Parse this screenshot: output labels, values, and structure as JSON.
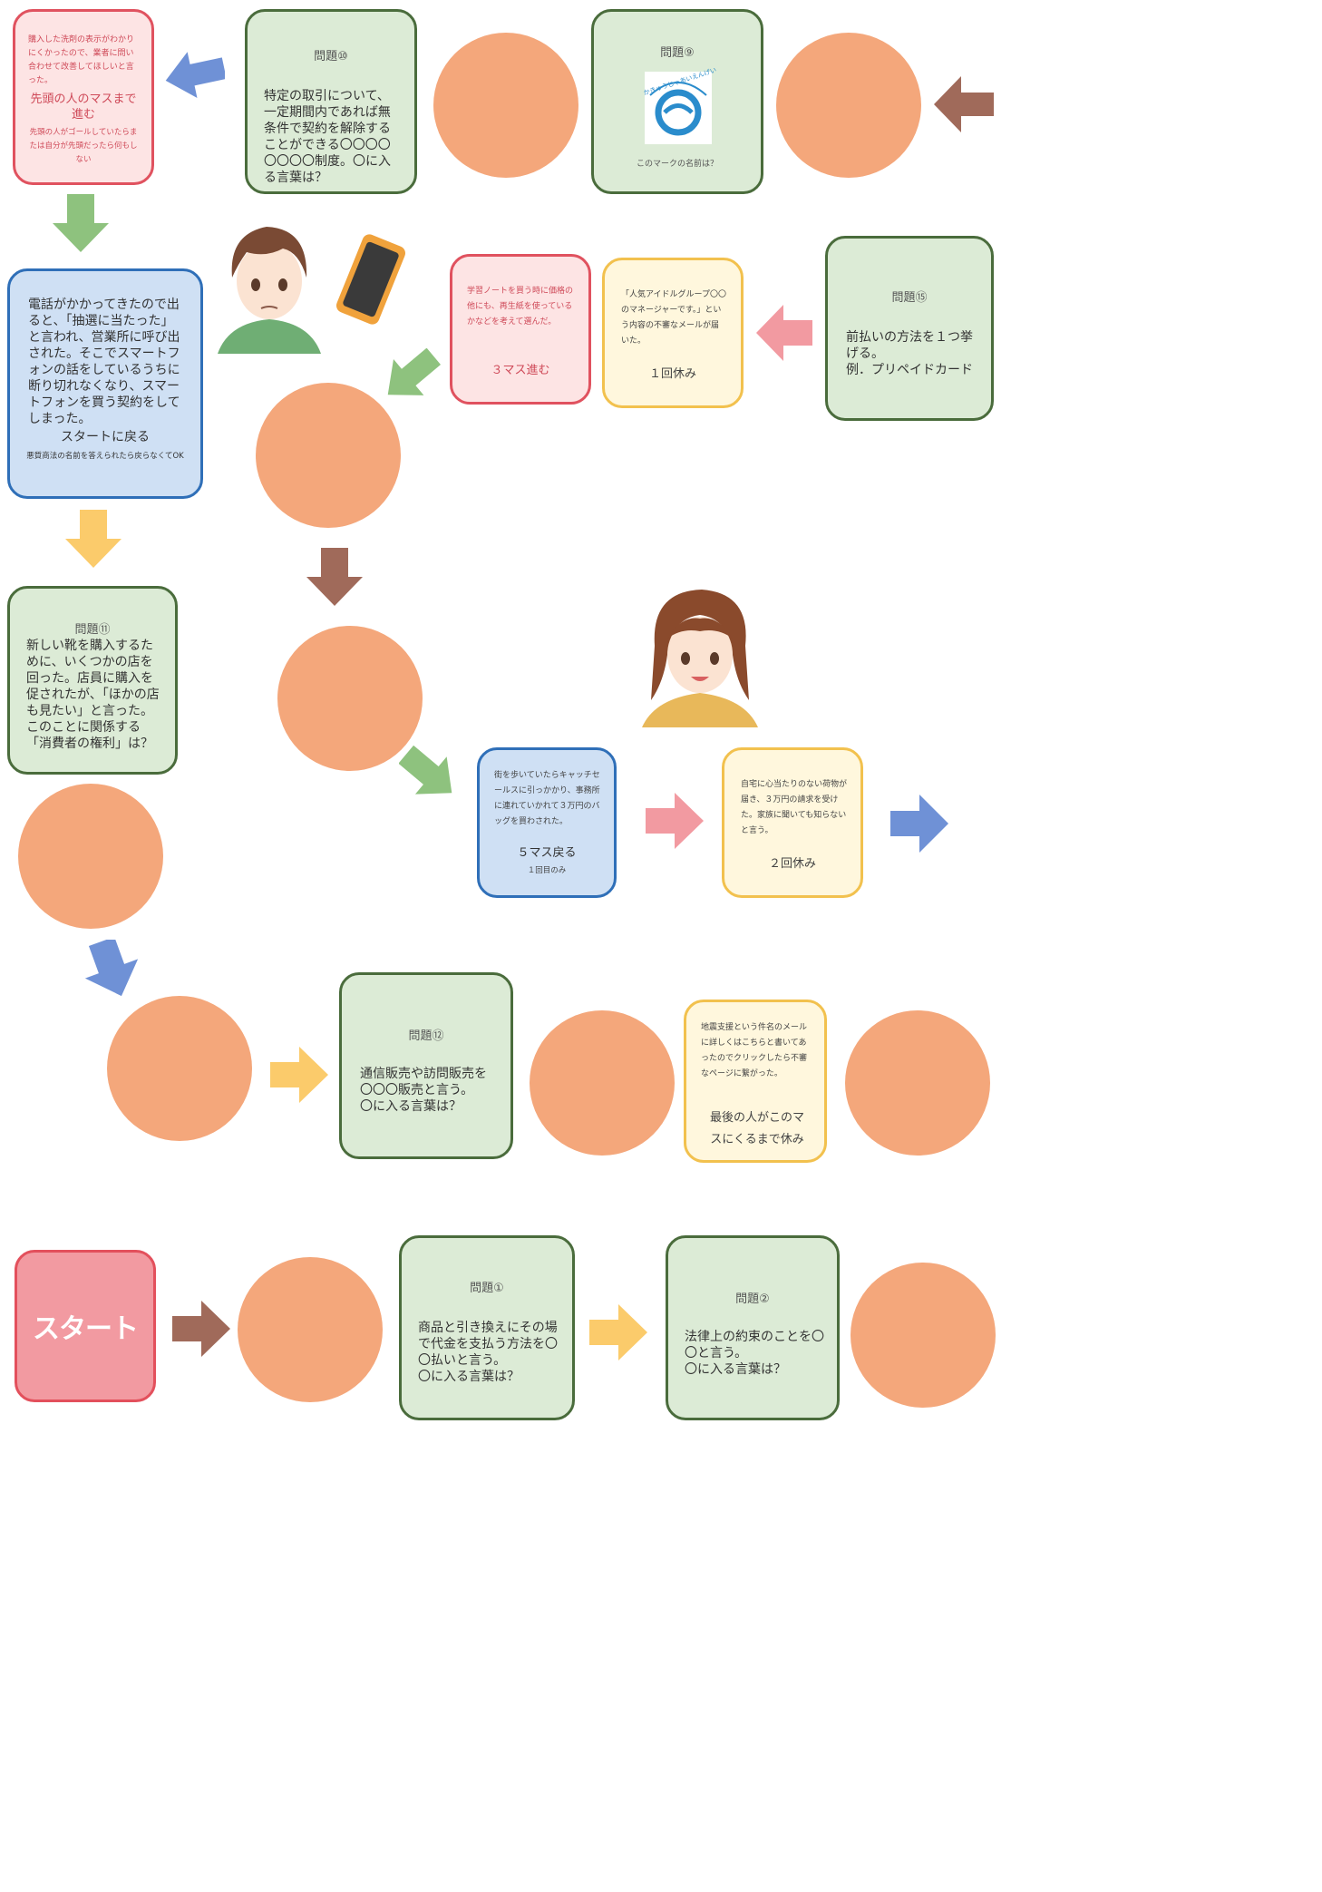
{
  "start_label": "スタート",
  "q10": {
    "title": "問題⑩",
    "body": "特定の取引について、一定期間内であれば無条件で契約を解除することができる〇〇〇〇〇〇〇〇制度。〇に入る言葉は？"
  },
  "q9": {
    "title": "問題⑨",
    "caption": "このマークの名前は？",
    "mark_text": "かきゅうじゃあいえんげい"
  },
  "q15": {
    "title": "問題⑮",
    "body": "前払いの方法を１つ挙げる。\n例．プリペイドカード"
  },
  "q11": {
    "title": "問題⑪",
    "body": "新しい靴を購入するために、いくつかの店を回った。店員に購入を促されたが、「ほかの店も見たい」と言った。\nこのことに関係する「消費者の権利」は？"
  },
  "q12": {
    "title": "問題⑫",
    "body": "通信販売や訪問販売を〇〇〇販売と言う。\n〇に入る言葉は？"
  },
  "q1": {
    "title": "問題①",
    "body": "商品と引き換えにその場で代金を支払う方法を〇〇払いと言う。\n〇に入る言葉は？"
  },
  "q2": {
    "title": "問題②",
    "body": "法律上の約束のことを〇〇と言う。\n〇に入る言葉は？"
  },
  "detergent": {
    "body": "購入した洗剤の表示がわかりにくかったので、業者に問い合わせて改善してほしいと言った。",
    "action": "先頭の人のマスまで進む",
    "note": "先頭の人がゴールしていたらまたは自分が先頭だったら何もしない"
  },
  "phone": {
    "body": "電話がかかってきたので出ると、「抽選に当たった」と言われ、営業所に呼び出された。そこでスマートフォンの話をしているうちに断り切れなくなり、スマートフォンを買う契約をしてしまった。",
    "action": "スタートに戻る",
    "note": "悪質商法の名前を答えられたら戻らなくてOK"
  },
  "notebook": {
    "body": "学習ノートを買う時に価格の他にも、再生紙を使っているかなどを考えて選んだ。",
    "action": "３マス進む"
  },
  "idol": {
    "body": "「人気アイドルグループ〇〇のマネージャーです。」という内容の不審なメールが届いた。",
    "action": "１回休み"
  },
  "catch": {
    "body": "街を歩いていたらキャッチセールスに引っかかり、事務所に連れていかれて３万円のバッグを買わされた。",
    "action": "５マス戻る",
    "note": "１回目のみ"
  },
  "parcel": {
    "body": "自宅に心当たりのない荷物が届き、３万円の請求を受けた。家族に聞いても知らないと言う。",
    "action": "２回休み"
  },
  "quake": {
    "body": "地震支援という件名のメールに詳しくはこちらと書いてあったのでクリックしたら不審なページに繋がった。",
    "action": "最後の人がこのマスにくるまで休み"
  },
  "colors": {
    "circle": "#f4a77b",
    "green": "#dcebd6",
    "pink": "#fde4e4",
    "blue": "#cfe0f4",
    "yellow": "#fff7dd",
    "start": "#f29aa1"
  }
}
